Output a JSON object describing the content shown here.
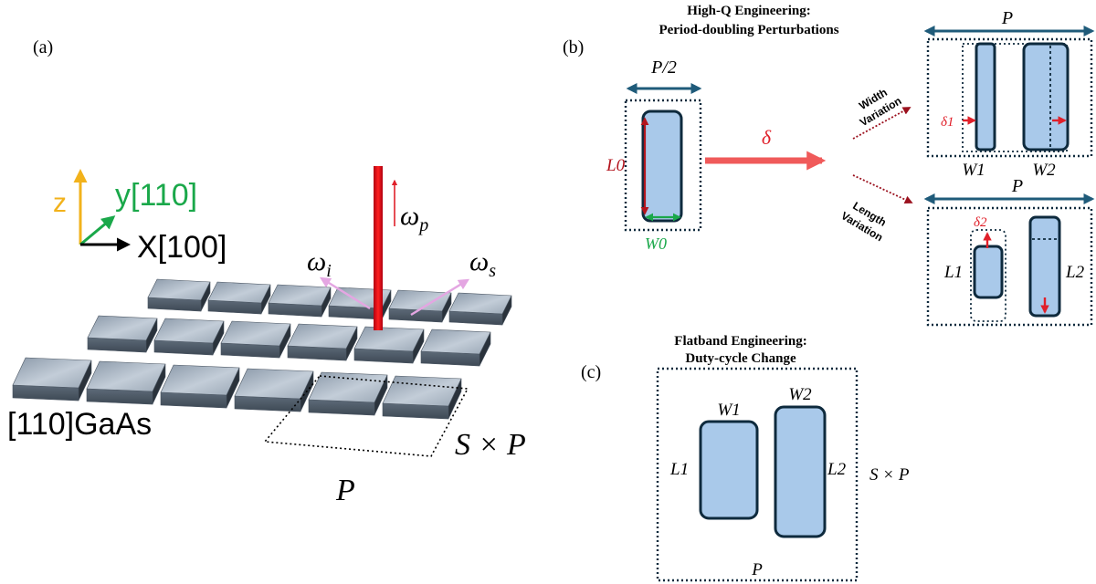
{
  "colors": {
    "navy": "#0e2a3d",
    "teal_arrow": "#1f5b7a",
    "light_blue": "#a9c9ea",
    "red": "#e0202a",
    "green": "#1aa84a",
    "gold": "#f2b21b",
    "pink": "#e4a6e2",
    "dark_red": "#9b111e"
  },
  "panel_a": {
    "label": "(a)",
    "axis_z": "z",
    "axis_y": "y[110]",
    "axis_x": "X[100]",
    "omega_p": "ω",
    "omega_p_sub": "p",
    "omega_i": "ω",
    "omega_i_sub": "i",
    "omega_s": "ω",
    "omega_s_sub": "s",
    "substrate": "[110]GaAs",
    "period_label": "P",
    "supercell_label": "S × P"
  },
  "panel_b": {
    "label": "(b)",
    "title_line1": "High-Q Engineering:",
    "title_line2": "Period-doubling Perturbations",
    "half_period": "P/2",
    "length_label": "L0",
    "width_label": "W0",
    "delta": "δ",
    "width_variation_line1": "Width",
    "width_variation_line2": "Variation",
    "length_variation_line1": "Length",
    "length_variation_line2": "Variation",
    "width_period": "P",
    "delta1": "δ1",
    "w1": "W1",
    "w2": "W2",
    "length_period": "P",
    "delta2": "δ2",
    "l1": "L1",
    "l2": "L2"
  },
  "panel_c": {
    "label": "(c)",
    "title_line1": "Flatband Engineering:",
    "title_line2": "Duty-cycle Change",
    "w1": "W1",
    "w2": "W2",
    "l1": "L1",
    "l2": "L2",
    "supercell": "S × P",
    "period": "P"
  }
}
